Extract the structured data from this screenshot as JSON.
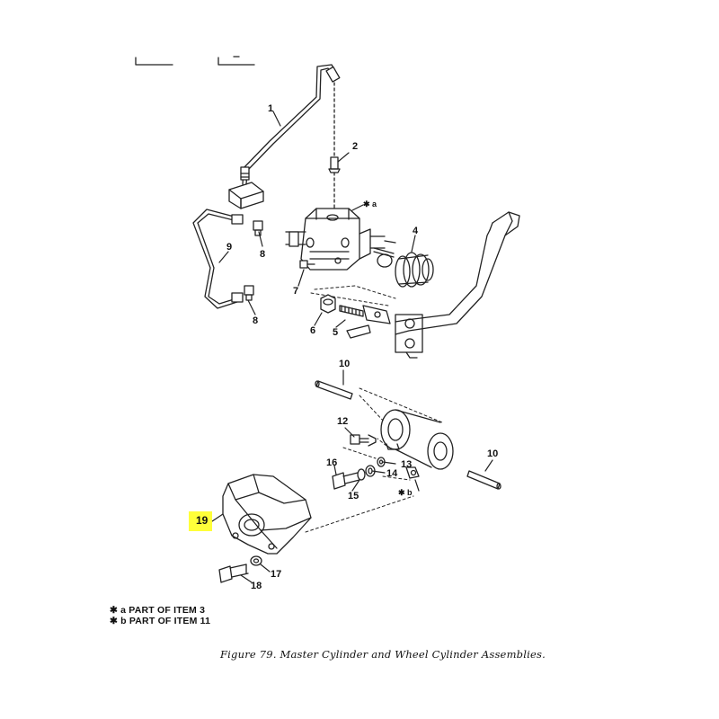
{
  "figure": {
    "caption": "Figure 79.  Master Cylinder and Wheel Cylinder Assemblies.",
    "highlight_color": "#ffff3a",
    "callouts": {
      "c1": "1",
      "c2": "2",
      "c3": "4",
      "c4": "8",
      "c5": "9",
      "c6": "8",
      "c7": "7",
      "c8": "6",
      "c9": "5",
      "c10": "10",
      "c11": "12",
      "c12": "16",
      "c13": "13",
      "c14": "14",
      "c15": "15",
      "c16": "10",
      "c17": "19",
      "c18": "17",
      "c19": "18",
      "marker_a": "✱ a",
      "marker_b": "✱ b"
    },
    "notes": {
      "a": "✱ a  PART OF ITEM 3",
      "b": "✱ b  PART OF ITEM 11"
    }
  }
}
